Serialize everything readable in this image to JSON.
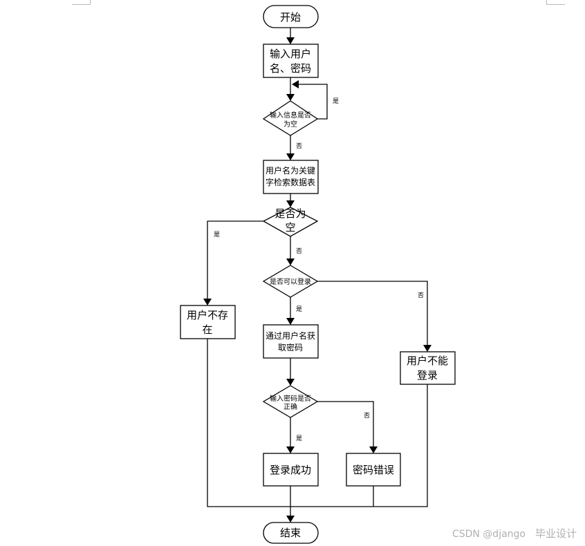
{
  "nodes": {
    "start": "开始",
    "input": [
      "输入用户",
      "名、密码"
    ],
    "check_empty_input": [
      "输入信息是否",
      "为空"
    ],
    "search_table": [
      "用户名为关键",
      "字检索数据表"
    ],
    "is_empty": [
      "是否为",
      "空"
    ],
    "can_login": "是否可以登录",
    "user_not_exist": [
      "用户不存",
      "在"
    ],
    "get_password": [
      "通过用户名获",
      "取密码"
    ],
    "user_cannot_login": [
      "用户不能",
      "登录"
    ],
    "password_correct": [
      "输入密码是否",
      "正确"
    ],
    "login_success": "登录成功",
    "password_error": "密码错误",
    "end": "结束"
  },
  "edge_labels": {
    "loop_yes": "是",
    "empty_input_no": "否",
    "is_empty_yes": "是",
    "is_empty_no": "否",
    "can_login_yes": "是",
    "can_login_no": "否",
    "password_no": "否",
    "password_yes": "是"
  },
  "watermark": {
    "source": "CSDN @django",
    "tag": "毕业设计"
  }
}
